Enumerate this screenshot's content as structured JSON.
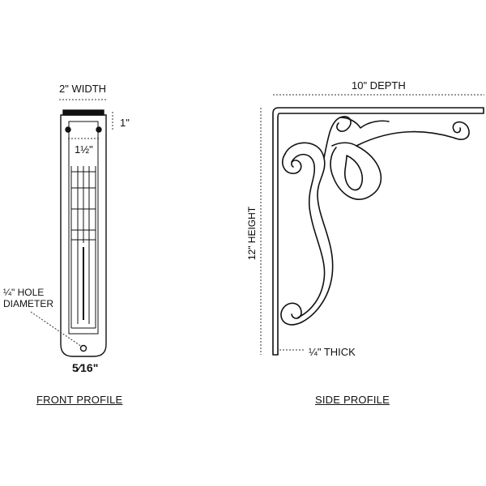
{
  "front": {
    "width_label": "2\" WIDTH",
    "top_label": "1\"",
    "hole_spacing_label": "1½\"",
    "hole_label_line1": "¼\" HOLE",
    "hole_label_line2": "DIAMETER",
    "bottom_label": "5⁄16\"",
    "caption": "FRONT PROFILE"
  },
  "side": {
    "depth_label": "10\" DEPTH",
    "height_label": "12\" HEIGHT",
    "thick_label": "¼\" THICK",
    "caption": "SIDE PROFILE"
  }
}
